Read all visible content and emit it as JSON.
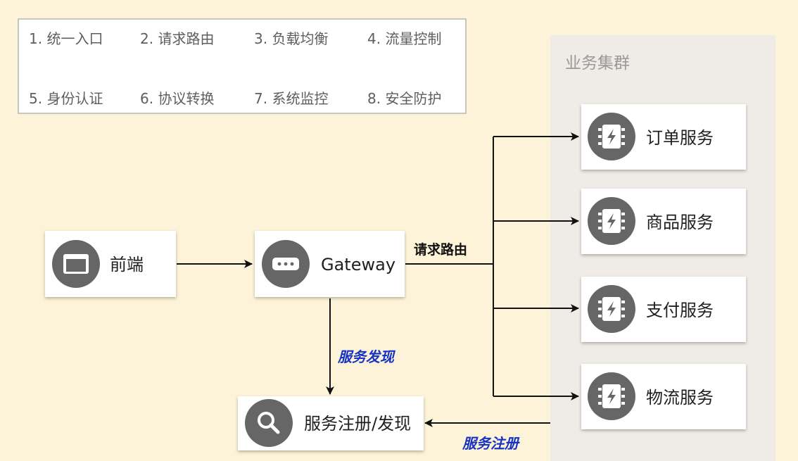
{
  "features": [
    "1. 统一入口",
    "2. 请求路由",
    "3. 负载均衡",
    "4. 流量控制",
    "5. 身份认证",
    "6. 协议转换",
    "7. 系统监控",
    "8. 安全防护"
  ],
  "cluster": {
    "title": "业务集群"
  },
  "nodes": {
    "frontend": "前端",
    "gateway": "Gateway",
    "registry": "服务注册/发现",
    "services": [
      "订单服务",
      "商品服务",
      "支付服务",
      "物流服务"
    ]
  },
  "edges": {
    "routing": "请求路由",
    "discovery": "服务发现",
    "registration": "服务注册"
  },
  "colors": {
    "background": "#fdf3d8",
    "cluster": "#efebe6",
    "icon": "#666666",
    "edge_label_blue": "#1733c4"
  },
  "icons": {
    "frontend": "window-icon",
    "gateway": "ellipsis-icon",
    "registry": "search-icon",
    "service": "microservice-chip-icon"
  }
}
